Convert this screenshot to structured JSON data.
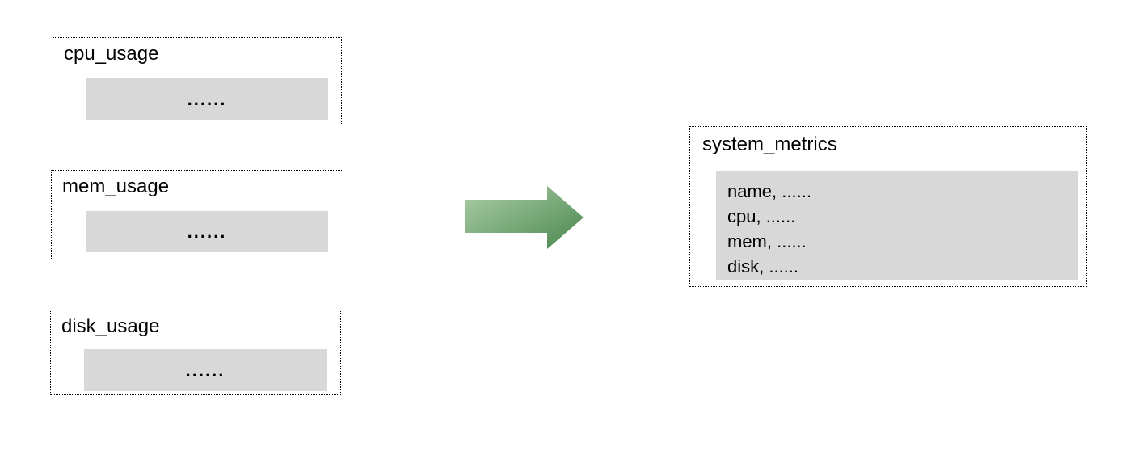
{
  "diagram": {
    "source_tables": [
      {
        "title": "cpu_usage",
        "body": "......"
      },
      {
        "title": "mem_usage",
        "body": "......"
      },
      {
        "title": "disk_usage",
        "body": "......"
      }
    ],
    "arrow": {
      "icon": "arrow-right-icon",
      "direction": "right",
      "color_light": "#aecfa8",
      "color_dark": "#48864e"
    },
    "result_table": {
      "title": "system_metrics",
      "rows": [
        "name, ......",
        "cpu, ......",
        "mem, ......",
        "disk, ......"
      ]
    },
    "colors": {
      "panel_fill": "#d8d8d8",
      "border": "#000000",
      "background": "#ffffff"
    }
  }
}
